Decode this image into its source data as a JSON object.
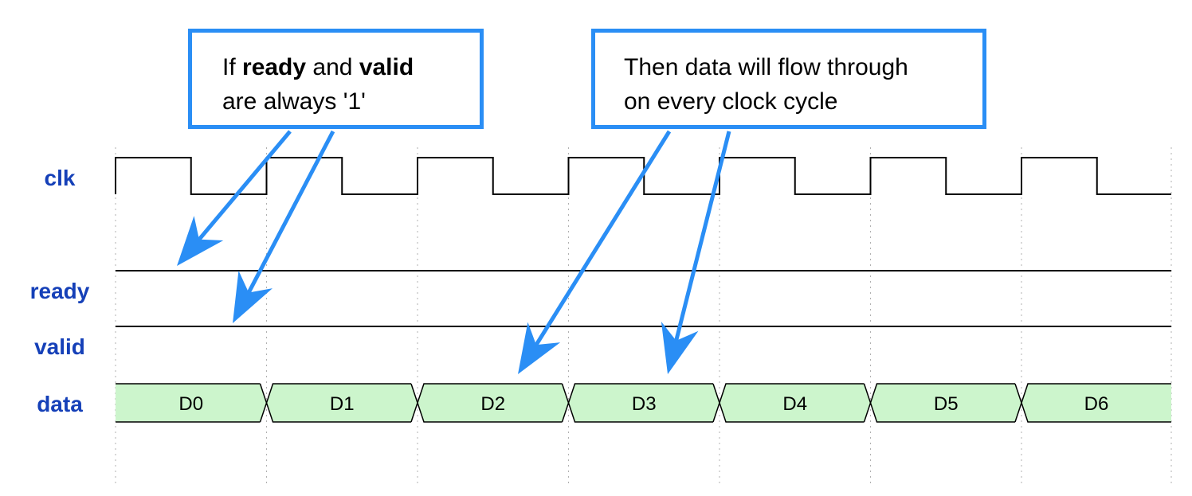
{
  "signals": {
    "clk": "clk",
    "ready": "ready",
    "valid": "valid",
    "data": "data"
  },
  "data_words": [
    "D0",
    "D1",
    "D2",
    "D3",
    "D4",
    "D5",
    "D6"
  ],
  "callouts": {
    "left": {
      "prefix": "If ",
      "ready": "ready",
      "and": " and ",
      "valid": "valid",
      "line2": "are always '1'"
    },
    "right": {
      "line1": "Then data will flow through",
      "line2": "on every clock cycle"
    }
  },
  "colors": {
    "label": "#1540b8",
    "accent": "#2a8ef5",
    "data_fill": "#ccf5cc",
    "trace": "#000000",
    "grid": "#b0b0b0"
  }
}
